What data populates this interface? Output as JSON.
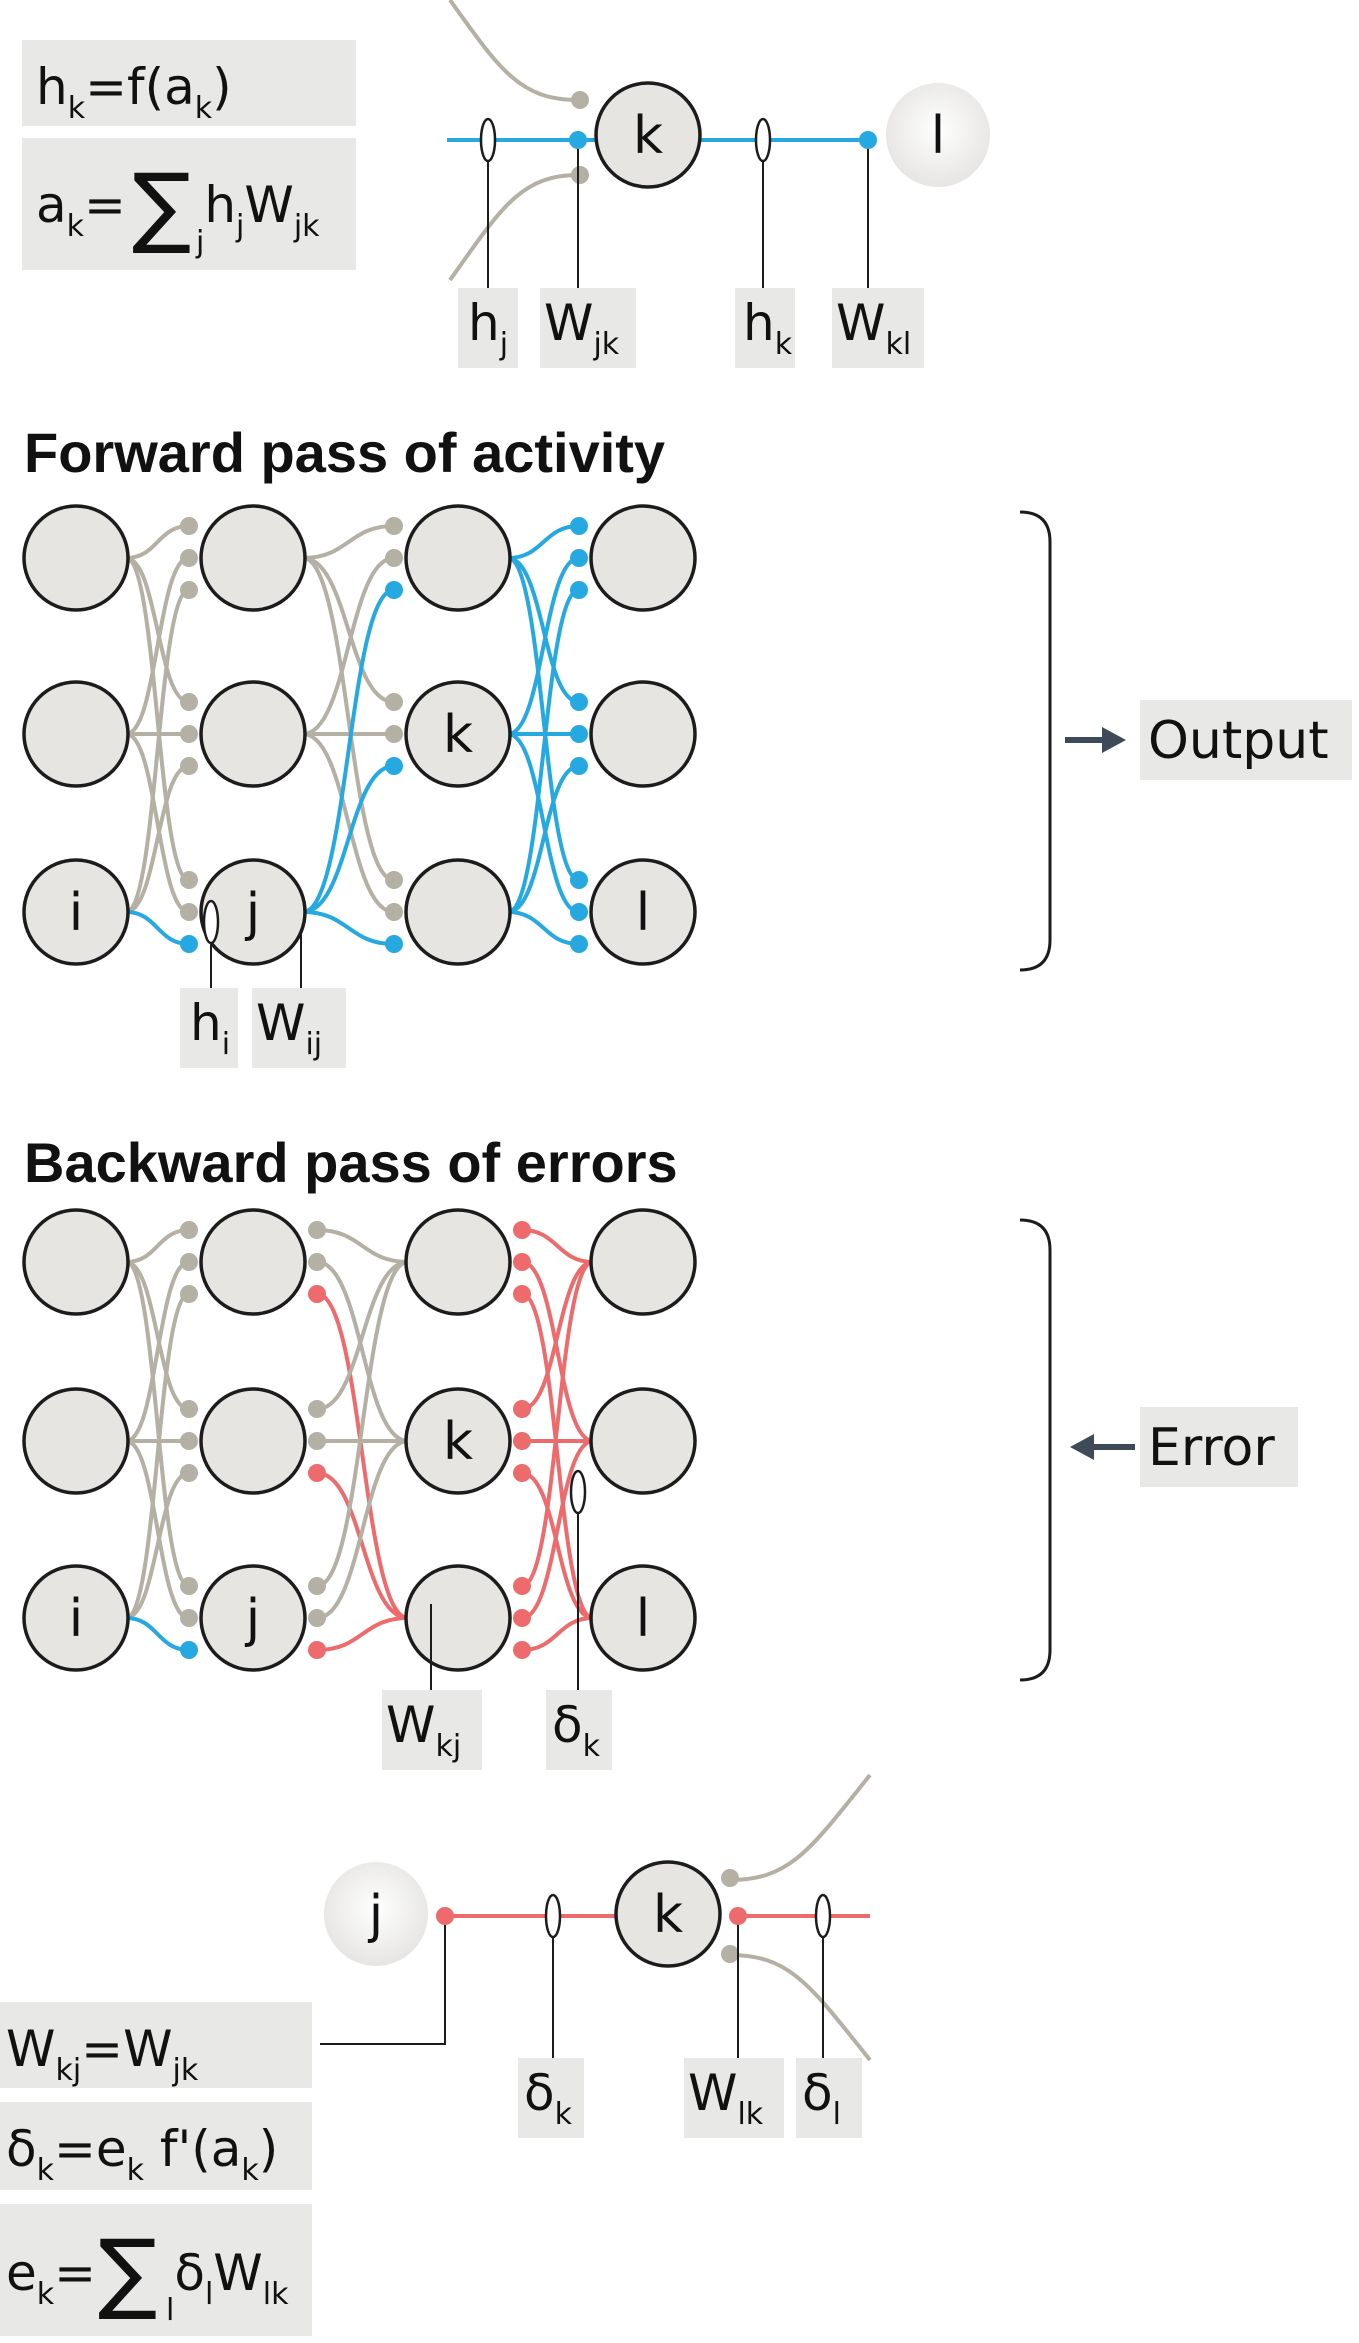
{
  "titles": {
    "forward": "Forward pass of activity",
    "backward": "Backward pass of errors"
  },
  "node_labels": {
    "i": "i",
    "j": "j",
    "k": "k",
    "l": "l"
  },
  "side_labels": {
    "output": "Output",
    "error": "Error"
  },
  "top_formulas": {
    "h_main": "h",
    "h_sub": "k",
    "h_rest": "=f(a",
    "h_rest_sub": "k",
    "h_close": ")",
    "a_main": "a",
    "a_sub": "k",
    "a_eq": "=",
    "sigma": "∑",
    "sigma_sub": "j",
    "a_h": "h",
    "a_h_sub": "j",
    "a_w": "W",
    "a_w_sub": "jk"
  },
  "top_tags": [
    {
      "main": "h",
      "sub": "j"
    },
    {
      "main": "W",
      "sub": "jk"
    },
    {
      "main": "h",
      "sub": "k"
    },
    {
      "main": "W",
      "sub": "kl"
    }
  ],
  "forward_tags": [
    {
      "main": "h",
      "sub": "i"
    },
    {
      "main": "W",
      "sub": "ij"
    }
  ],
  "backward_tags": [
    {
      "main": "W",
      "sub": "kj"
    },
    {
      "main": "δ",
      "sub": "k"
    }
  ],
  "bottom_tags": [
    {
      "main": "δ",
      "sub": "k"
    },
    {
      "main": "W",
      "sub": "lk"
    },
    {
      "main": "δ",
      "sub": "l"
    }
  ],
  "bottom_formulas": {
    "f1_w": "W",
    "f1_w_sub": "kj",
    "f1_eq": "=W",
    "f1_sub2": "jk",
    "f2_d": "δ",
    "f2_d_sub": "k",
    "f2_eq": "=e",
    "f2_e_sub": "k",
    "f2_f": " f'(a",
    "f2_a_sub": "k",
    "f2_close": ")",
    "f3_e": "e",
    "f3_e_sub": "k",
    "f3_eq": "=",
    "f3_sigma": "∑",
    "f3_sigma_sub": "l",
    "f3_d": "δ",
    "f3_d_sub": "l",
    "f3_w": "W",
    "f3_w_sub": "lk"
  },
  "colors": {
    "node_fill": "#e6e5e1",
    "node_stroke": "#1c1c1c",
    "gray_line": "#b4b0a4",
    "blue_line": "#25a9e0",
    "red_line": "#ee6b6d",
    "label_box": "#e8e8e6",
    "arrow": "#3e4a57"
  }
}
